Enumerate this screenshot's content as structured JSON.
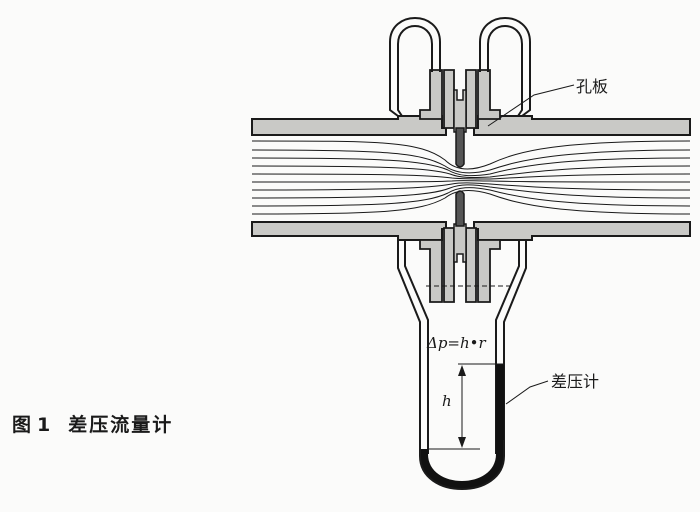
{
  "figure": {
    "caption_prefix": "图",
    "caption_number": "1",
    "caption_title": "差压流量计"
  },
  "labels": {
    "orifice_plate": "孔板",
    "differential_manometer": "差压计",
    "formula": "Δp=h•r",
    "height_symbol": "h"
  },
  "colors": {
    "line": "#1a1a1a",
    "wall_fill": "#c9c9c6",
    "fluid": "#111111",
    "background": "#fbfbfa"
  }
}
